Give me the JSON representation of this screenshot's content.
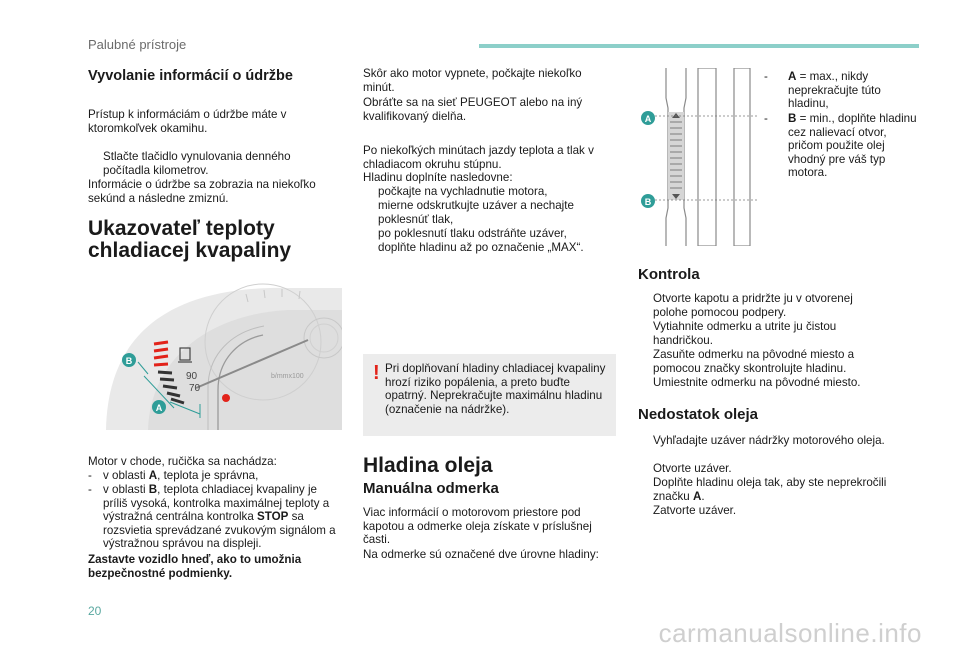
{
  "header": {
    "section": "Palubné prístroje"
  },
  "page_number": "20",
  "watermark": "carmanualsonline.info",
  "col1": {
    "title_maint": "Vyvolanie informácií o údržbe",
    "p_access": "Prístup k informáciám o údržbe máte v ktoromkoľvek okamihu.",
    "b_press": "Stlačte tlačidlo vynulovania denného počítadla kilometrov.",
    "p_display": "Informácie o údržbe sa zobrazia na niekoľko sekúnd a následne zmiznú.",
    "title_temp_1": "Ukazovateľ teploty",
    "title_temp_2": "chladiacej kvapaliny",
    "gauge_labels": {
      "b": "B",
      "a": "A",
      "n90": "90",
      "n70": "70",
      "code": "b/mmx100"
    },
    "p_engine": "Motor v chode, ručička sa nachádza:",
    "d_a_pre": "v oblasti ",
    "d_a_key": "A",
    "d_a_post": ", teplota je správna,",
    "d_b_pre": "v oblasti ",
    "d_b_key": "B",
    "d_b_mid": ", teplota chladiacej kvapaliny je príliš vysoká, kontrolka maximálnej teploty a výstražná centrálna kontrolka ",
    "d_b_stop": "STOP",
    "d_b_post": " sa rozsvietia sprevádzané zvukovým signálom a výstražnou správou na displeji.",
    "warn_1": "Zastavte vozidlo hneď, ako to umožnia",
    "warn_2": "bezpečnostné podmienky."
  },
  "col2": {
    "p_before": "Skôr ako motor vypnete, počkajte niekoľko minút.",
    "p_contact": "Obráťte sa na sieť PEUGEOT alebo na iný kvalifikovaný dielňa.",
    "p_after": "Po niekoľkých minútach jazdy teplota a tlak v chladiacom okruhu stúpnu.",
    "p_refill": "Hladinu doplníte nasledovne:",
    "b1": "počkajte na vychladnutie motora,",
    "b2": "mierne odskrutkujte uzáver a nechajte poklesnúť tlak,",
    "b3": "po poklesnutí tlaku odstráňte uzáver,",
    "b4": "doplňte hladinu až po označenie „MAX“.",
    "warn_icon": "!",
    "warn_text": "Pri doplňovaní hladiny chladiacej kvapaliny hrozí riziko popálenia, a preto buďte opatrný. Neprekračujte maximálnu hladinu (označenie na nádržke).",
    "title_oil": "Hladina oleja",
    "title_manual": "Manuálna odmerka",
    "p_info": "Viac informácií o motorovom priestore pod kapotou a odmerke oleja získate v príslušnej časti.",
    "p_levels": "Na odmerke sú označené dve úrovne hladiny:"
  },
  "col3": {
    "dip_a": "A",
    "dip_b": "B",
    "lbl_a_key": "A",
    "lbl_a_text": " = max., nikdy neprekračujte túto hladinu,",
    "lbl_b_key": "B",
    "lbl_b_text": " = min., doplňte hladinu cez nalievací otvor, pričom použite olej vhodný pre váš typ motora.",
    "title_check": "Kontrola",
    "c1": "Otvorte kapotu a pridržte ju v otvorenej polohe pomocou podpery.",
    "c2": "Vytiahnite odmerku a utrite ju čistou handričkou.",
    "c3": "Zasuňte odmerku na pôvodné miesto a pomocou značky skontrolujte hladinu.",
    "c4": "Umiestnite odmerku na pôvodné miesto.",
    "title_lack": "Nedostatok oleja",
    "l1": "Vyhľadajte uzáver nádržky motorového oleja.",
    "l2": "Otvorte uzáver.",
    "l3_pre": "Doplňte hladinu oleja tak, aby ste neprekročili značku ",
    "l3_key": "A",
    "l3_post": ".",
    "l4": "Zatvorte uzáver."
  },
  "symbols": {
    "bullet": "",
    "dash": "-"
  },
  "colors": {
    "accent": "#8ccfc9",
    "callout": "#2f9d98",
    "red": "#e2231a",
    "hint_bg": "#ececec"
  }
}
